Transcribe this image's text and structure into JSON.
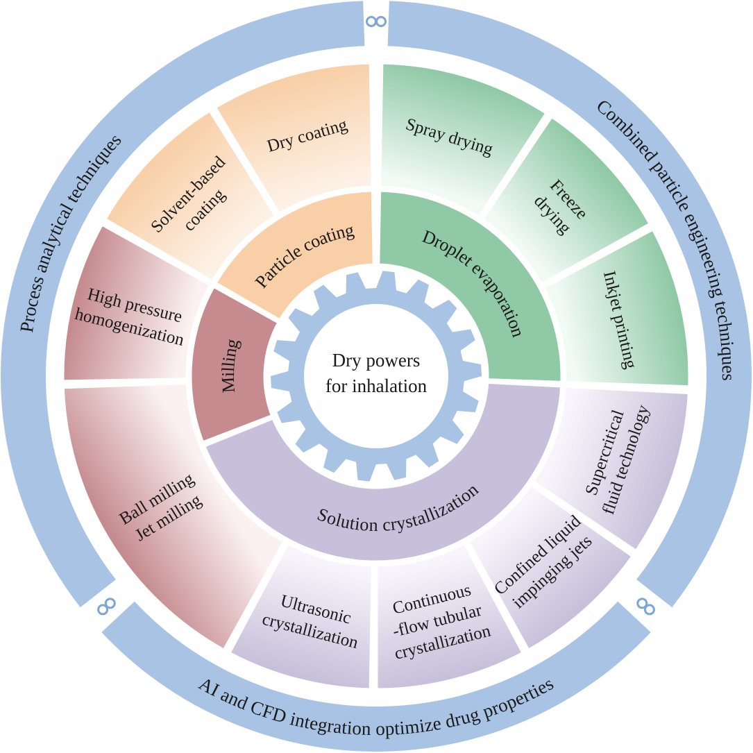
{
  "center": {
    "lines": [
      "Dry powers",
      "for inhalation"
    ]
  },
  "outer_ring": [
    {
      "id": "top-right",
      "text": "Combined particle engineering techniques"
    },
    {
      "id": "left",
      "text": "Process analytical techniques"
    },
    {
      "id": "bottom",
      "text": "AI and CFD integration optimize drug properties"
    }
  ],
  "categories": [
    {
      "id": "droplet-evaporation",
      "label": "Droplet evaporation",
      "color": "#90c9a6",
      "light": "#f2faf5",
      "methods": [
        [
          "Spray drying"
        ],
        [
          "Freeze",
          "drying"
        ],
        [
          "Inkjet printing"
        ]
      ]
    },
    {
      "id": "solution-crystallization",
      "label": "Solution crystallization",
      "color": "#c7c0da",
      "light": "#f7f5fb",
      "methods": [
        [
          "Supercritical",
          "fluid technology"
        ],
        [
          "Confined liquid",
          "impinging jets"
        ],
        [
          "Continuous",
          "-flow tubular",
          "crystallization"
        ],
        [
          "Ultrasonic",
          "crystallization"
        ]
      ]
    },
    {
      "id": "milling",
      "label": "Milling",
      "color": "#c58b8f",
      "light": "#fbf1f1",
      "methods": [
        [
          "Ball milling",
          "Jet milling"
        ],
        [
          "High pressure",
          "homogenization"
        ]
      ]
    },
    {
      "id": "particle-coating",
      "label": "Particle coating",
      "color": "#f8cfa7",
      "light": "#fdf1e5",
      "methods": [
        [
          "Solvent-based",
          "coating"
        ],
        [
          "Dry coating"
        ]
      ]
    }
  ],
  "colors": {
    "outer_ring": "#a8c3e3",
    "gear": "#a8c3e3"
  },
  "icons": [
    "link-icon",
    "link-icon",
    "link-icon"
  ]
}
